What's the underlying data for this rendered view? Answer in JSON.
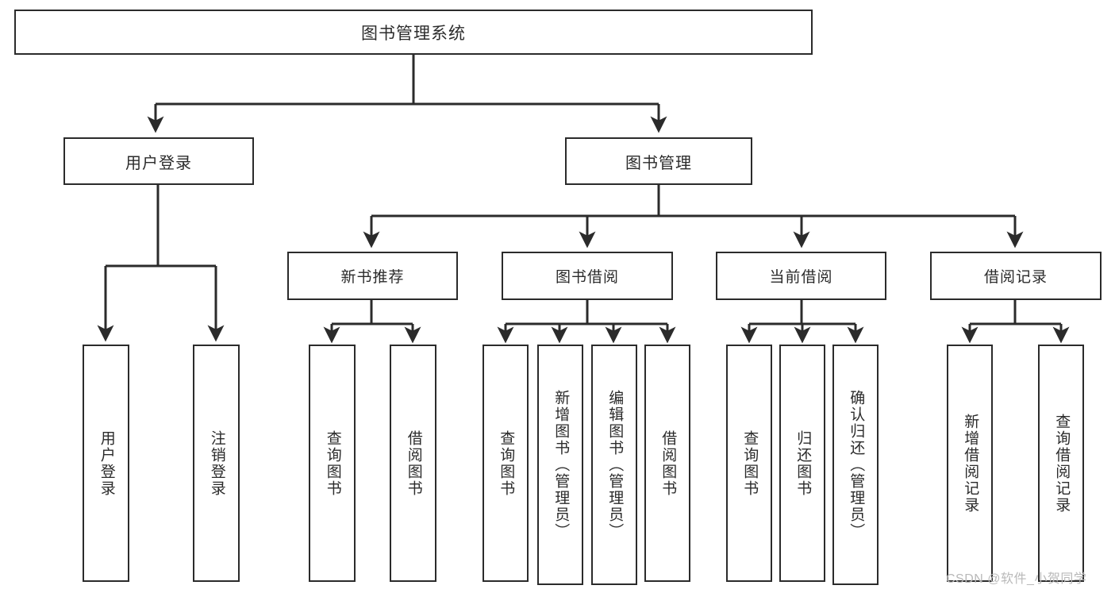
{
  "diagram": {
    "title": "图书管理系统",
    "type": "functional-structure-tree",
    "stroke_color": "#2b2b2b",
    "fill_color": "#ffffff",
    "watermark": "CSDN @软件_小贺同学",
    "nodes": {
      "root": {
        "label": "图书管理系统"
      },
      "level2": [
        {
          "id": "user-login",
          "label": "用户登录"
        },
        {
          "id": "book-manage",
          "label": "图书管理"
        }
      ],
      "level3": [
        {
          "id": "new-book-recommend",
          "label": "新书推荐"
        },
        {
          "id": "book-borrow",
          "label": "图书借阅"
        },
        {
          "id": "current-borrow",
          "label": "当前借阅"
        },
        {
          "id": "borrow-record",
          "label": "借阅记录"
        }
      ],
      "leaves": {
        "user_login": [
          {
            "id": "leaf-user-login",
            "label": "用户登录"
          },
          {
            "id": "leaf-user-logout",
            "label": "注销登录"
          }
        ],
        "new_book_recommend": [
          {
            "id": "leaf-query-book-1",
            "label": "查询图书"
          },
          {
            "id": "leaf-borrow-book-1",
            "label": "借阅图书"
          }
        ],
        "book_borrow": [
          {
            "id": "leaf-query-book-2",
            "label": "查询图书"
          },
          {
            "id": "leaf-add-book",
            "label": "新增图书（管理员）"
          },
          {
            "id": "leaf-edit-book",
            "label": "编辑图书（管理员）"
          },
          {
            "id": "leaf-borrow-book-2",
            "label": "借阅图书"
          }
        ],
        "current_borrow": [
          {
            "id": "leaf-query-book-3",
            "label": "查询图书"
          },
          {
            "id": "leaf-return-book",
            "label": "归还图书"
          },
          {
            "id": "leaf-confirm-return",
            "label": "确认归还（管理员）"
          }
        ],
        "borrow_record": [
          {
            "id": "leaf-add-record",
            "label": "新增借阅记录"
          },
          {
            "id": "leaf-query-record",
            "label": "查询借阅记录"
          }
        ]
      }
    }
  }
}
